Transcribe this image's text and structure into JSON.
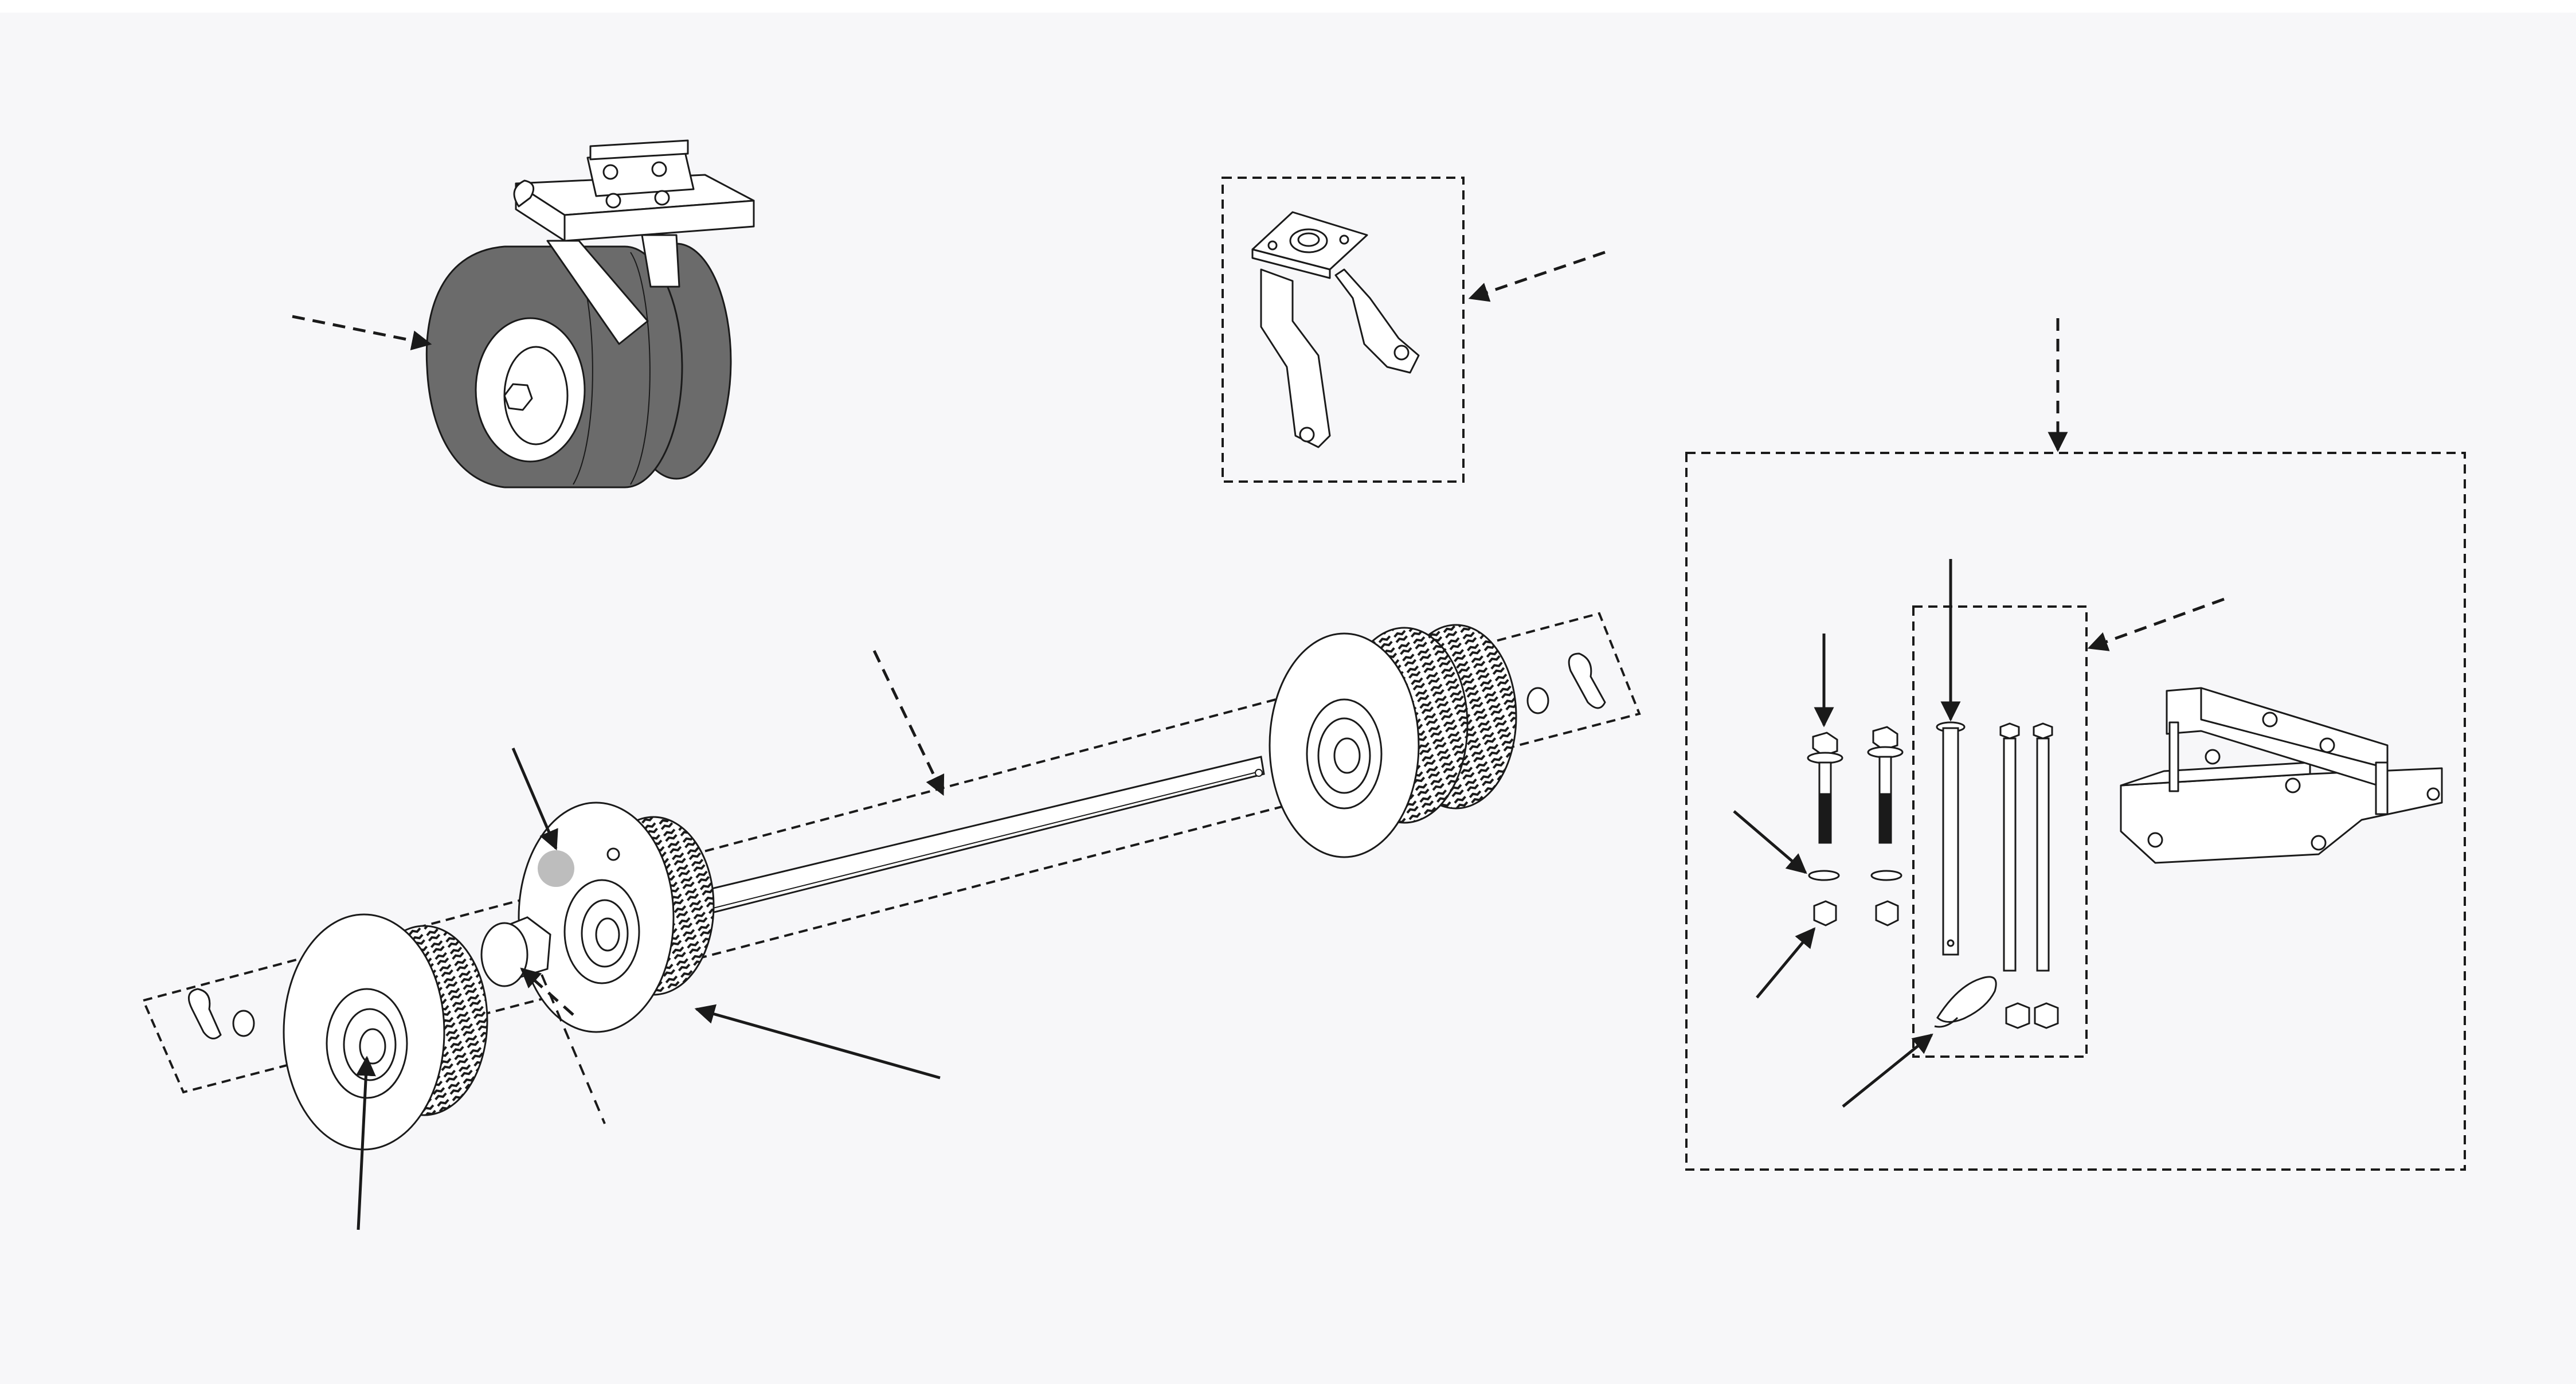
{
  "diagram": {
    "style": "exploded-parts-view",
    "line_color": "#1a1a1a",
    "tire_fill": "#6b6b6b",
    "hub_highlight": "#bdbdbd",
    "background": "#f7f7f9",
    "components": [
      {
        "name": "swivel-caster-assembly"
      },
      {
        "name": "caster-fork-bracket"
      },
      {
        "name": "axle-wheel-assembly"
      },
      {
        "name": "hardware-kit"
      }
    ],
    "labels": []
  }
}
